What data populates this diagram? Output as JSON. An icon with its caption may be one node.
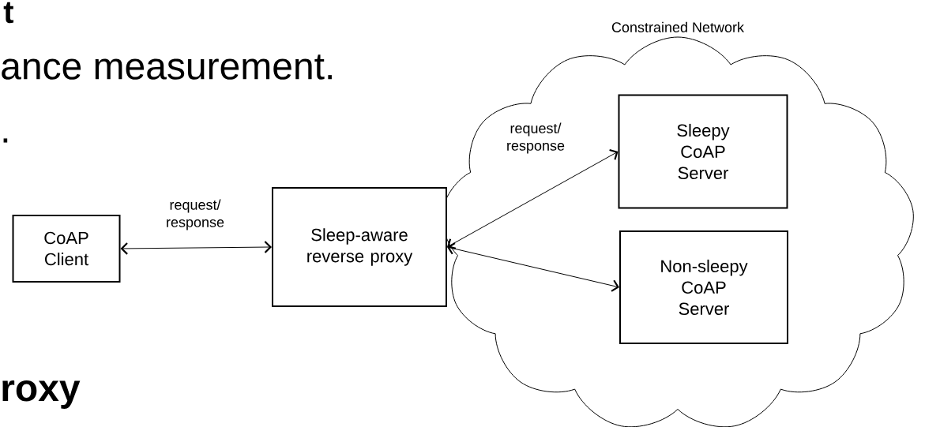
{
  "diagram": {
    "nodes": [
      {
        "text": [
          "Constrained Network"
        ]
      },
      {
        "text": [
          "CoAP Client"
        ]
      },
      {
        "text": [
          "Sleep-aware reverse proxy"
        ]
      },
      {
        "text": [
          "Sleepy CoAP Server"
        ],
        "in": 0
      },
      {
        "text": [
          "Non-sleepy CoAP Server"
        ],
        "in": 0
      }
    ],
    "edges": [
      {
        "from": 1,
        "to": 2,
        "arrow": "both",
        "label": "request/ response"
      },
      {
        "from": 2,
        "to": 3,
        "arrow": "both",
        "label": "request/ response"
      },
      {
        "from": 2,
        "to": 4,
        "arrow": "both"
      }
    ],
    "labels": [
      "t",
      "ance measurement.",
      ".",
      "roxy"
    ]
  }
}
